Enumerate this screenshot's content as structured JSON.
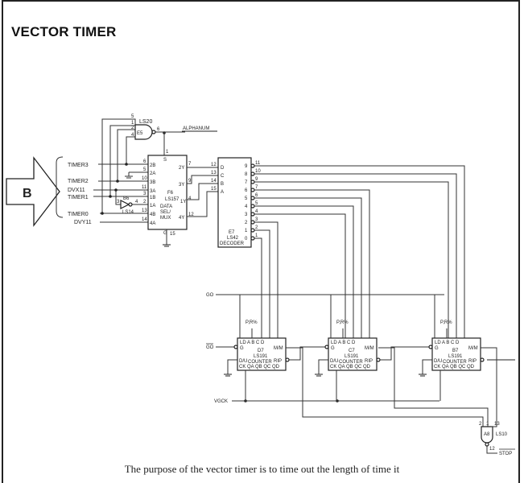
{
  "title": "VECTOR TIMER",
  "caption": "The purpose of the vector timer is to time out the length of time it",
  "bus_label": "B",
  "inputs": [
    "TIMER3",
    "TIMER2",
    "DVX11",
    "TIMER1",
    "TIMER0",
    "DVY11"
  ],
  "gate_ls20": {
    "part": "LS20",
    "ref": "E5",
    "output": "ALPHANUM",
    "pins": [
      "5",
      "1",
      "2",
      "4",
      "6"
    ]
  },
  "inverter": {
    "part": "LS14",
    "ref": "B6",
    "pins": [
      "3",
      "4"
    ]
  },
  "mux": {
    "ref": "F6",
    "part": "LS157",
    "desc1": "DATA",
    "desc2": "SEL/",
    "desc3": "MUX",
    "in_pins": [
      "2B",
      "2A",
      "3B",
      "3A",
      "1B",
      "1A",
      "4B",
      "4A"
    ],
    "in_nums": [
      "6",
      "5",
      "10",
      "11",
      "3",
      "2",
      "13",
      "14"
    ],
    "out_pins": [
      "2Y",
      "3Y",
      "1Y",
      "4Y"
    ],
    "out_nums": [
      "7",
      "9",
      "4",
      "12"
    ],
    "s_pin": "S",
    "s_num": "1",
    "g_pin": "G",
    "g_num": "15"
  },
  "decoder": {
    "ref": "E7",
    "part": "LS42",
    "desc": "DECODER",
    "in_pins": [
      "D",
      "C",
      "B",
      "A"
    ],
    "in_nums": [
      "12",
      "13",
      "14",
      "15"
    ],
    "out_pins": [
      "9",
      "8",
      "7",
      "6",
      "5",
      "4",
      "3",
      "2",
      "1",
      "0"
    ],
    "out_nums": [
      "11",
      "10",
      "9",
      "7",
      "6",
      "5",
      "4",
      "3",
      "2",
      "1"
    ]
  },
  "signals": {
    "go": "GO",
    "go_bar": "GO",
    "vgck": "VGCK",
    "stop": "STOP",
    "pr": "P,R%"
  },
  "counters": [
    {
      "ref": "D7",
      "part": "LS191",
      "desc": "COUNTER",
      "top": "LD  A  B  C  D",
      "bottom": "CK QA QB QC QD",
      "mm": "M/M",
      "rip": "RIP",
      "du": "D/U",
      "g": "G"
    },
    {
      "ref": "C7",
      "part": "LS191",
      "desc": "COUNTER",
      "top": "LD  A  B  C  D",
      "bottom": "CK QA QB QC QD",
      "mm": "M/M",
      "rip": "RIP",
      "du": "D/U",
      "g": "G"
    },
    {
      "ref": "B7",
      "part": "LS191",
      "desc": "COUNTER",
      "top": "LD  A  B  C  D",
      "bottom": "CK QA QB QC QD",
      "mm": "M/M",
      "rip": "RIP",
      "du": "D/U",
      "g": "G"
    }
  ],
  "and_gate": {
    "ref": "A8",
    "part": "LS10",
    "pins": [
      "2",
      "1",
      "13",
      "12"
    ]
  }
}
